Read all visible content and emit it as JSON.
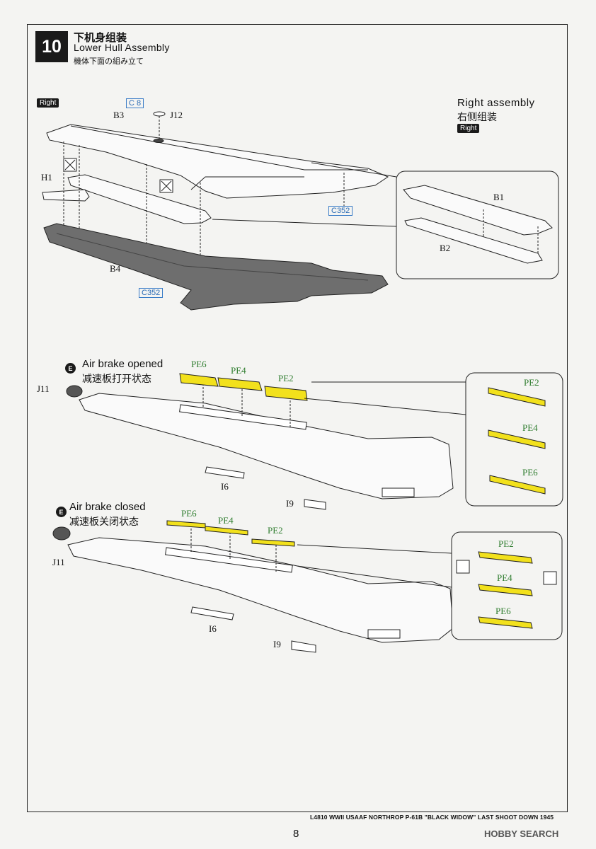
{
  "step": {
    "number": "10",
    "title_zh": "下机身组装",
    "title_en": "Lower Hull Assembly",
    "title_jp": "機体下面の組み立て"
  },
  "tags": {
    "right": "Right"
  },
  "right_assembly": {
    "en": "Right  assembly",
    "zh": "右侧组装"
  },
  "parts": {
    "b1": "B1",
    "b2": "B2",
    "b3": "B3",
    "b4": "B4",
    "h1": "H1",
    "j11": "J11",
    "j12": "J12",
    "i6": "I6",
    "i9": "I9",
    "c8": "C 8",
    "c352": "C352"
  },
  "airbrake_open": {
    "marker": "E",
    "en": "Air brake opened",
    "zh": "减速板打开状态"
  },
  "airbrake_closed": {
    "marker": "E",
    "en": "Air brake closed",
    "zh": "减速板关闭状态"
  },
  "pe": {
    "pe2": "PE2",
    "pe4": "PE4",
    "pe6": "PE6"
  },
  "colors": {
    "pe_part": "#f2e11c",
    "pe_label": "#2f7d2f",
    "callout_blue": "#2a6bb5",
    "hull_dark": "#6e6e6e"
  },
  "footer": "L4810  WWII USAAF NORTHROP P-61B \"BLACK WIDOW\" LAST SHOOT DOWN 1945",
  "page_number": "8",
  "watermark": "HOBBY SEARCH"
}
